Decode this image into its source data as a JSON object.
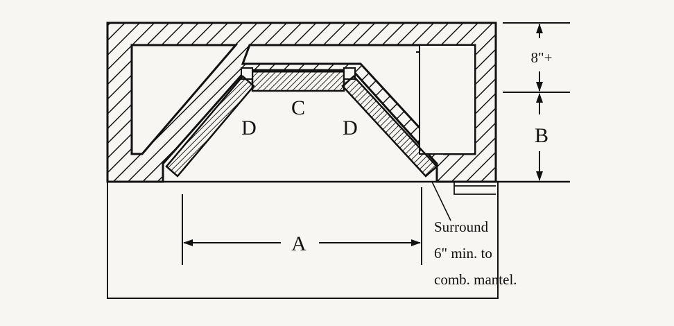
{
  "labels": {
    "a": "A",
    "b": "B",
    "c": "C",
    "d_left": "D",
    "d_right": "D",
    "top_dim": "8\"+"
  },
  "note": {
    "line1": "Surround",
    "line2": "6\" min. to",
    "line3": "comb. mantel."
  },
  "colors": {
    "background": "#f7f6f2",
    "ink": "#111111"
  }
}
